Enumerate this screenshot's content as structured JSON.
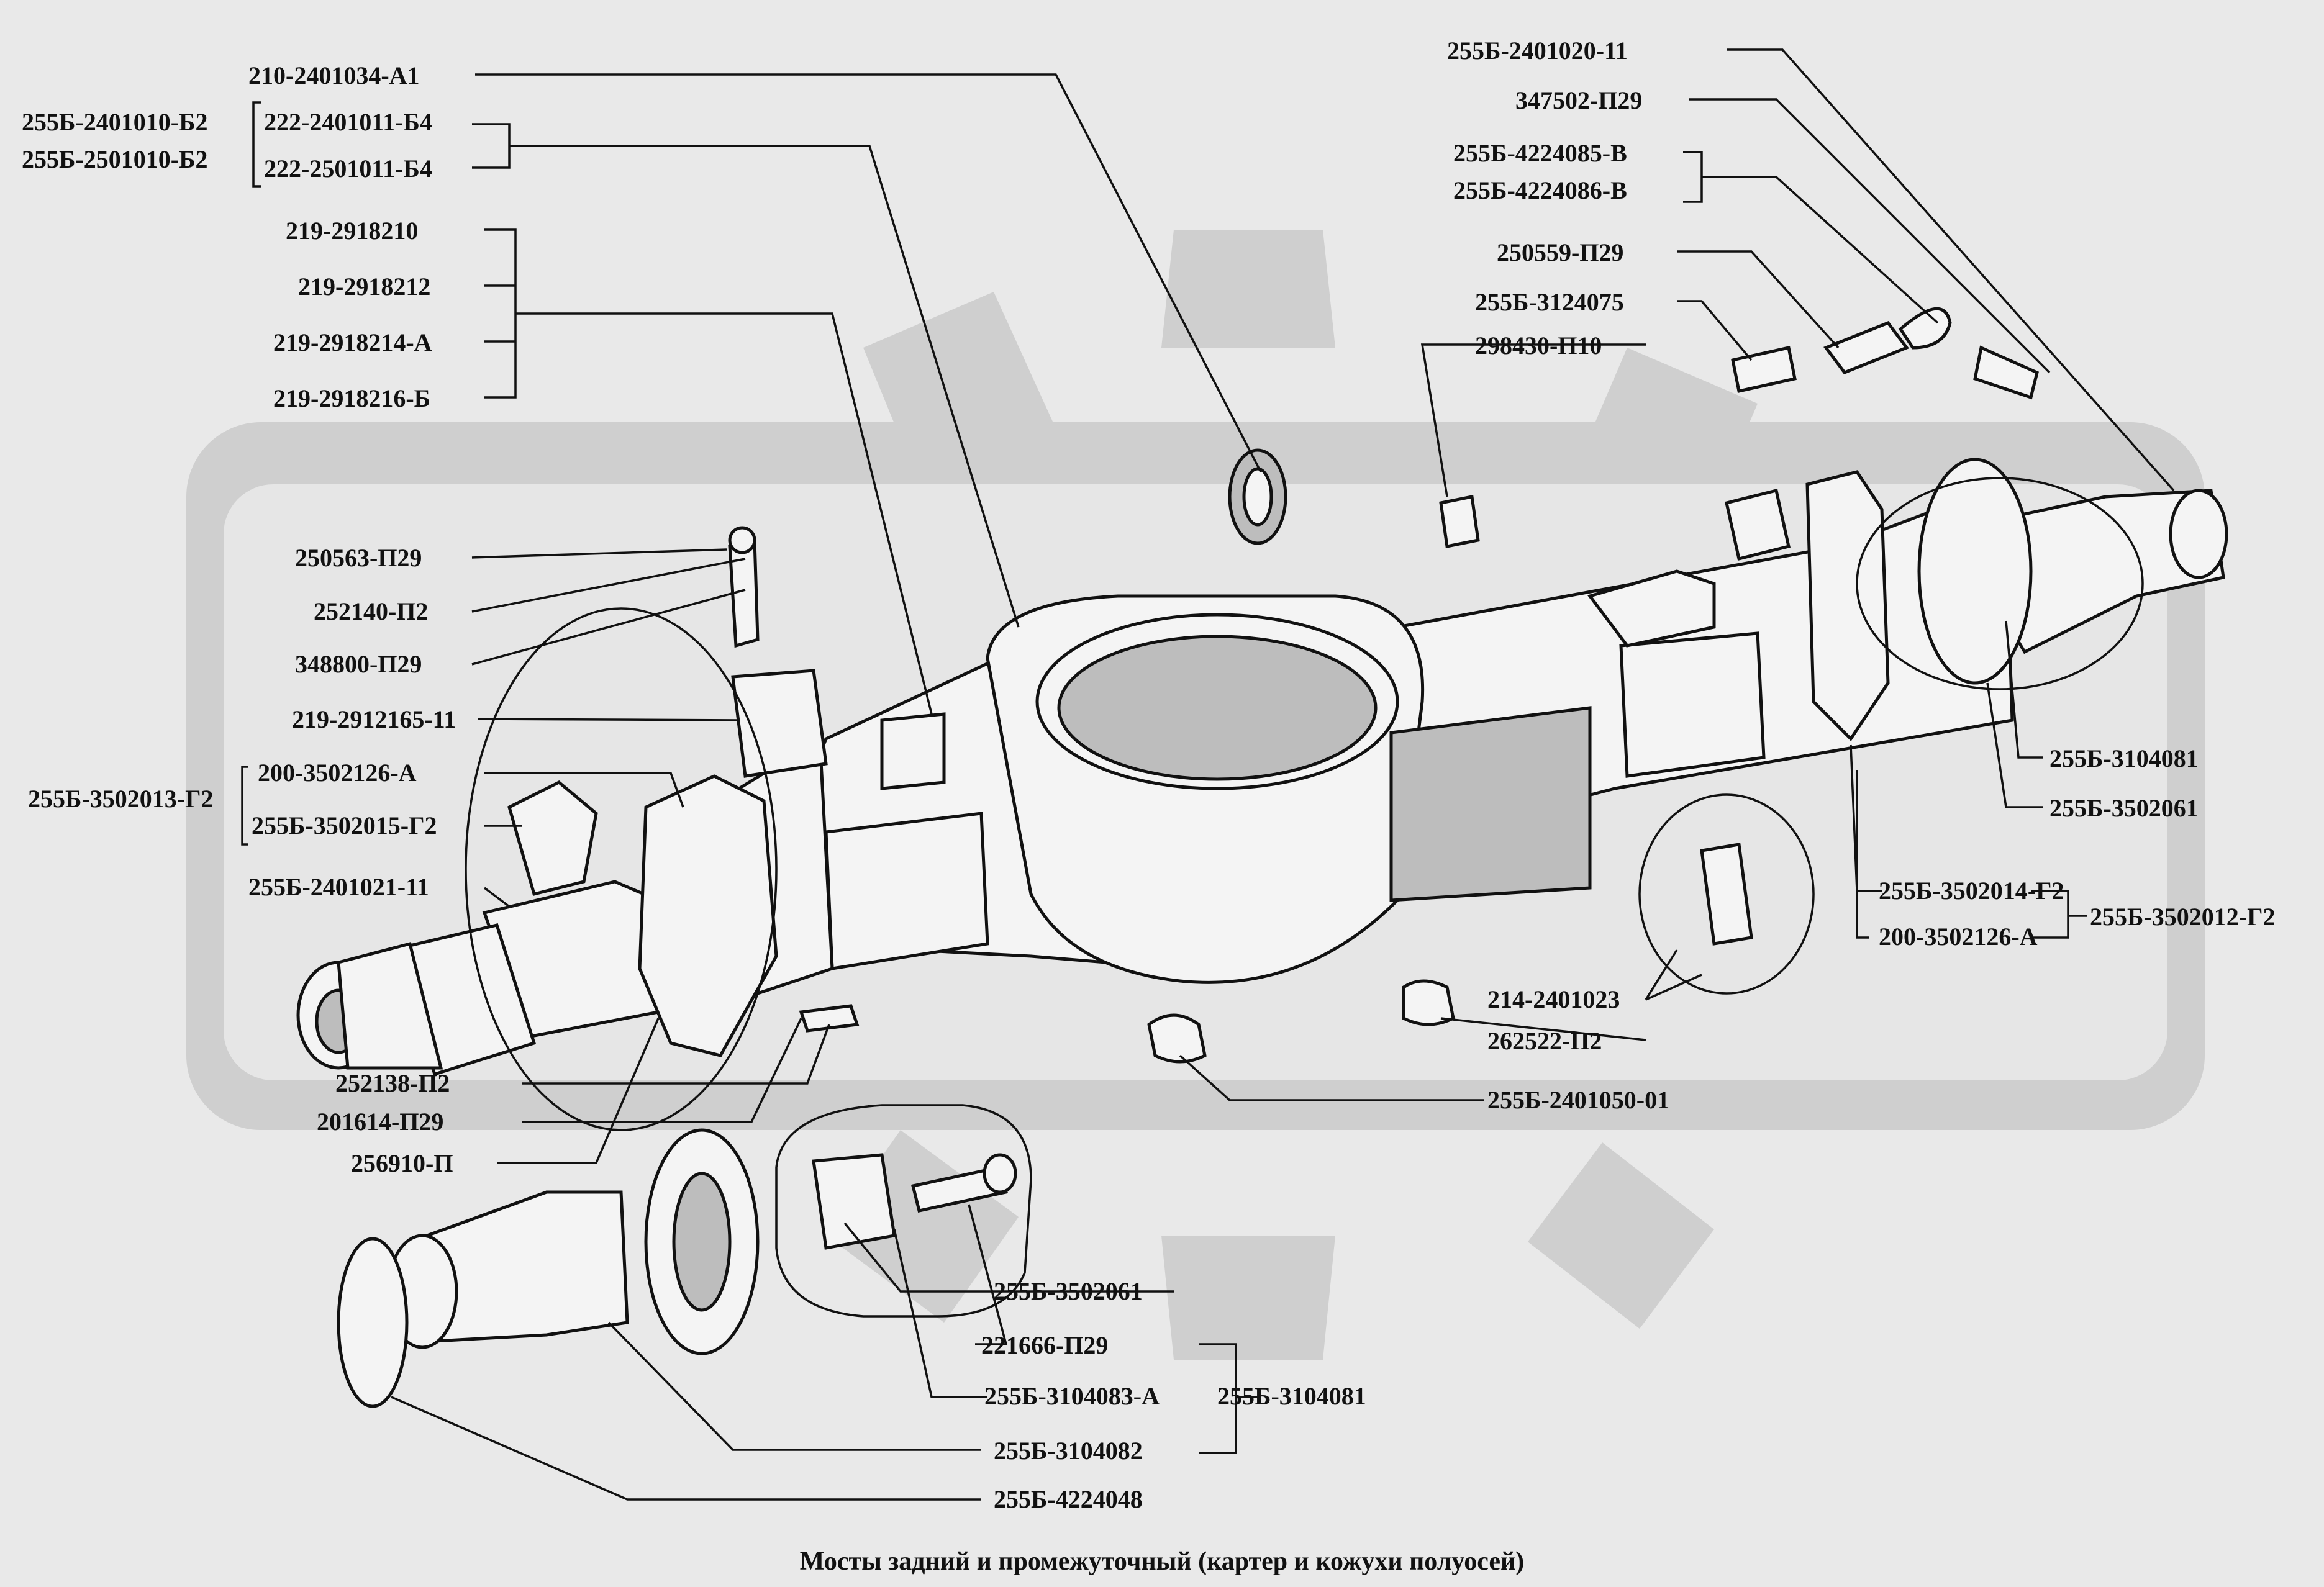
{
  "caption": "Мосты задний и промежуточный (картер и кожухи полуосей)",
  "labels": [
    "210-2401034-А1",
    "255Б-2401010-Б2",
    "255Б-2501010-Б2",
    "222-2401011-Б4",
    "222-2501011-Б4",
    "219-2918210",
    "219-2918212",
    "219-2918214-А",
    "219-2918216-Б",
    "250563-П29",
    "252140-П2",
    "348800-П29",
    "219-2912165-11",
    "255Б-3502013-Г2",
    "200-3502126-А",
    "255Б-3502015-Г2",
    "255Б-2401021-11",
    "252138-П2",
    "201614-П29",
    "256910-П",
    "255Б-2401020-11",
    "347502-П29",
    "255Б-4224085-В",
    "255Б-4224086-В",
    "250559-П29",
    "255Б-3124075",
    "298430-П10",
    "255Б-3104081",
    "255Б-3502061",
    "255Б-3502014-Г2",
    "200-3502126-А",
    "255Б-3502012-Г2",
    "214-2401023",
    "262522-П2",
    "255Б-2401050-01",
    "255Б-3502061",
    "221666-П29",
    "255Б-3104083-А",
    "255Б-3104081",
    "255Б-3104082",
    "255Б-4224048"
  ]
}
